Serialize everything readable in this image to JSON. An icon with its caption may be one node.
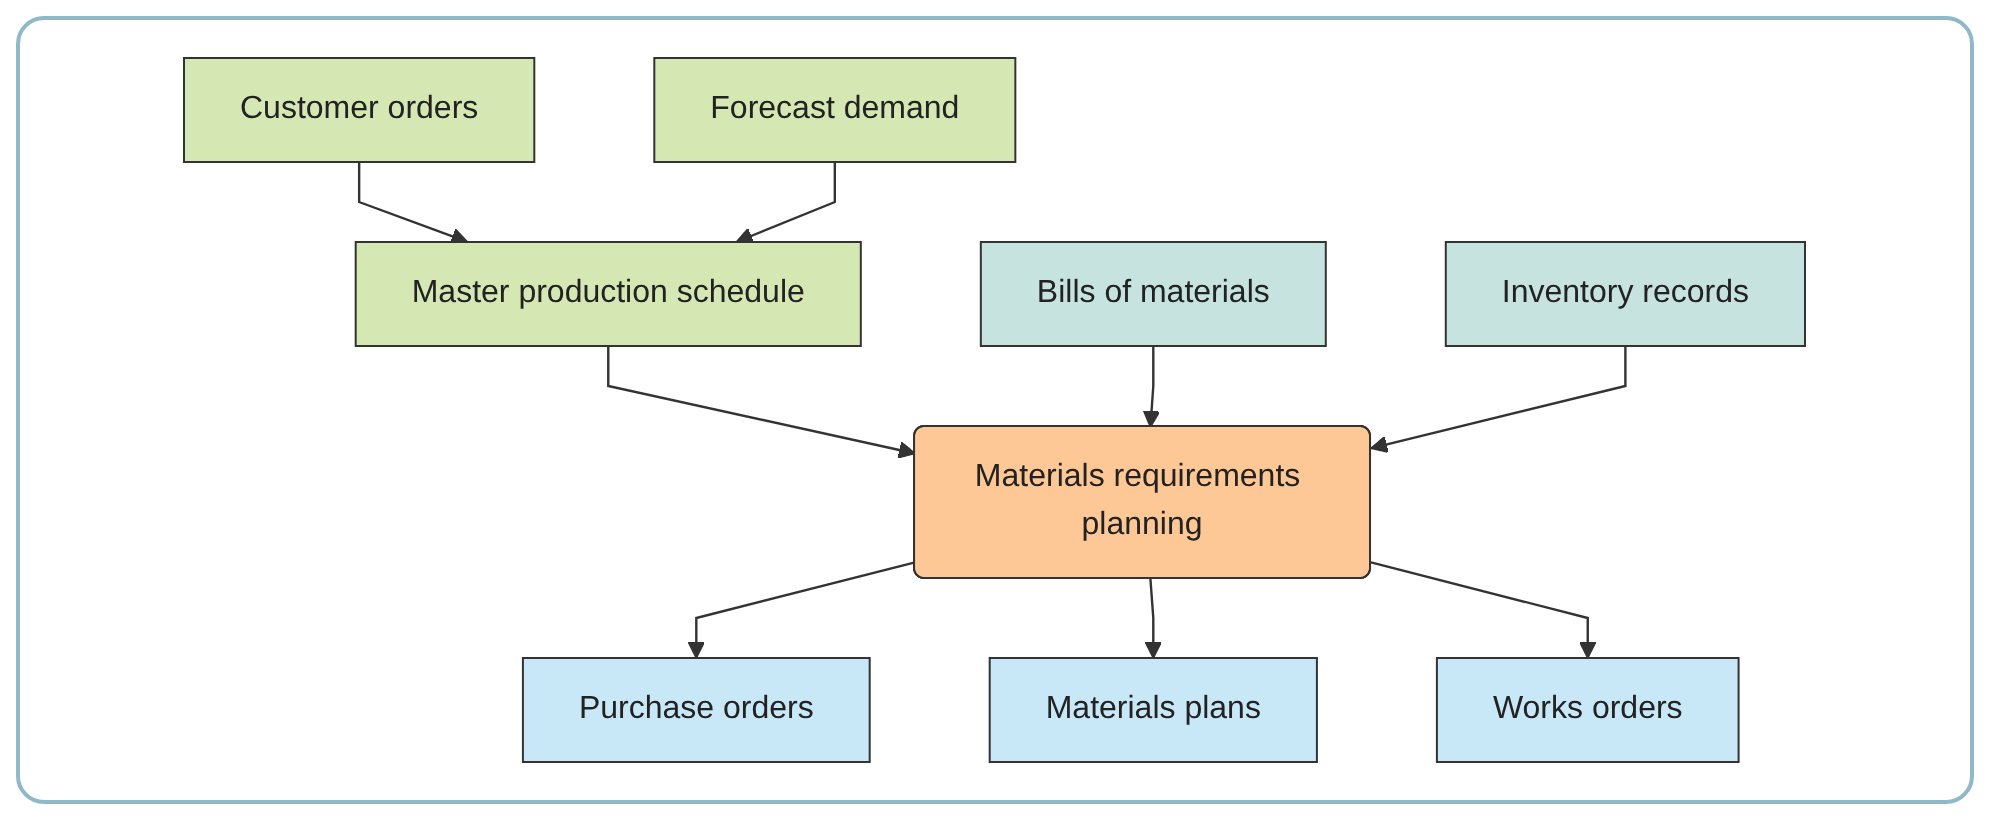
{
  "diagram": {
    "nodes": [
      {
        "text": [
          "Customer orders"
        ]
      },
      {
        "text": [
          "Master production schedule"
        ]
      },
      {
        "text": [
          "Forecast demand"
        ]
      },
      {
        "text": [
          "Bills of materials"
        ]
      },
      {
        "text": [
          "Materials requirements planning"
        ]
      },
      {
        "text": [
          "Inventory records"
        ]
      },
      {
        "text": [
          "Purchase orders"
        ]
      },
      {
        "text": [
          "Materials plans"
        ]
      },
      {
        "text": [
          "Works orders"
        ]
      }
    ],
    "edges": [
      {
        "from": 0,
        "to": 1,
        "arrow": "to"
      },
      {
        "from": 2,
        "to": 1,
        "arrow": "to"
      },
      {
        "from": 1,
        "to": 4,
        "arrow": "to"
      },
      {
        "from": 3,
        "to": 4,
        "arrow": "to"
      },
      {
        "from": 5,
        "to": 4,
        "arrow": "to"
      },
      {
        "from": 4,
        "to": 6,
        "arrow": "to"
      },
      {
        "from": 4,
        "to": 7,
        "arrow": "to"
      },
      {
        "from": 4,
        "to": 8,
        "arrow": "to"
      }
    ]
  }
}
